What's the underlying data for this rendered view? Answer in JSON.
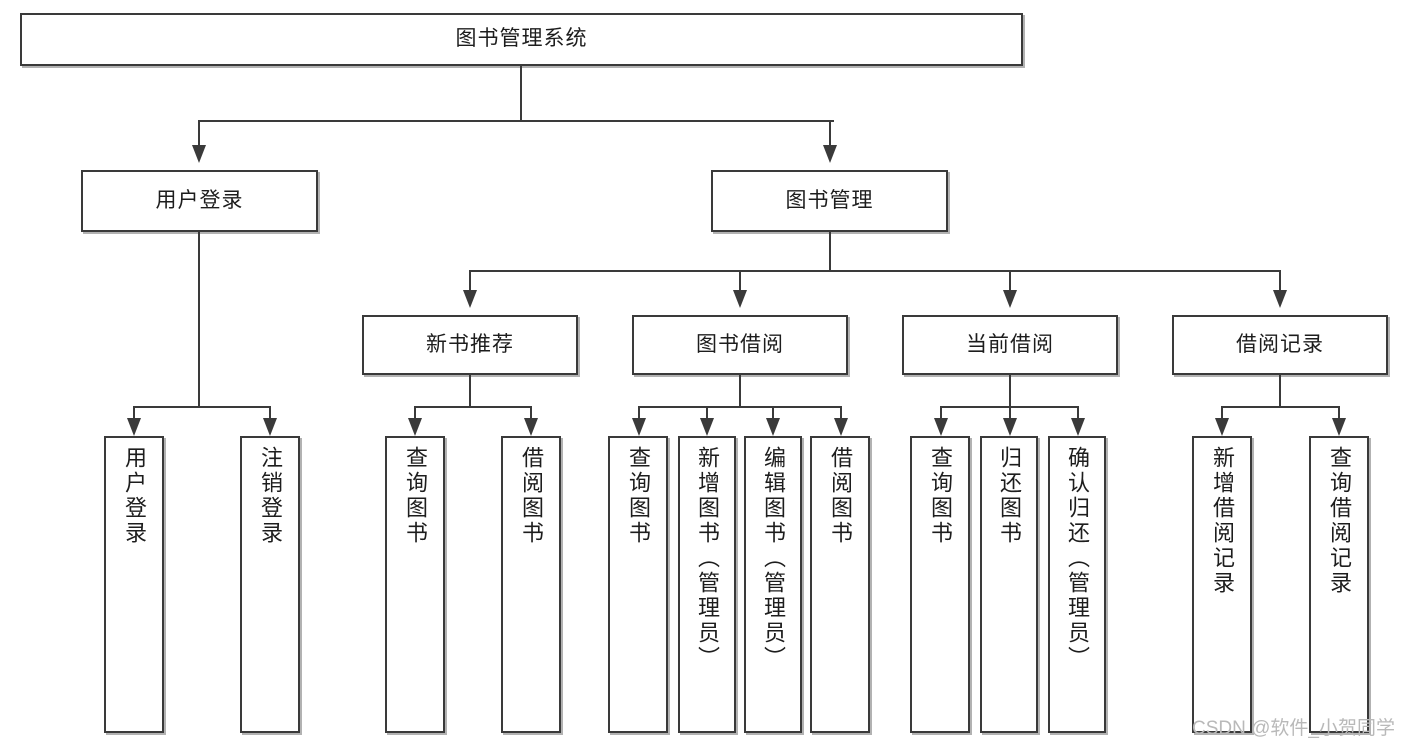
{
  "diagram": {
    "type": "tree",
    "title": "图书管理系统",
    "orientation": "top-down",
    "levels": 4,
    "nodes": {
      "root": {
        "label": "图书管理系统"
      },
      "level2": [
        {
          "label": "用户登录"
        },
        {
          "label": "图书管理"
        }
      ],
      "level3": [
        {
          "label": "新书推荐"
        },
        {
          "label": "图书借阅"
        },
        {
          "label": "当前借阅"
        },
        {
          "label": "借阅记录"
        }
      ],
      "leaves_user_login": [
        {
          "label": "用户登录"
        },
        {
          "label": "注销登录"
        }
      ],
      "leaves_new_book": [
        {
          "label": "查询图书"
        },
        {
          "label": "借阅图书"
        }
      ],
      "leaves_book_borrow": [
        {
          "label": "查询图书"
        },
        {
          "label": "新增图书（管理员）"
        },
        {
          "label": "编辑图书（管理员）"
        },
        {
          "label": "借阅图书"
        }
      ],
      "leaves_current_borrow": [
        {
          "label": "查询图书"
        },
        {
          "label": "归还图书"
        },
        {
          "label": "确认归还（管理员）"
        }
      ],
      "leaves_borrow_record": [
        {
          "label": "新增借阅记录"
        },
        {
          "label": "查询借阅记录"
        }
      ]
    },
    "colors": {
      "stroke": "#3a3a3a",
      "fill": "#ffffff",
      "text": "#1d1d1d",
      "watermark": "#b9b9b9"
    }
  },
  "watermark": {
    "text": "CSDN @软件_小贺同学"
  }
}
